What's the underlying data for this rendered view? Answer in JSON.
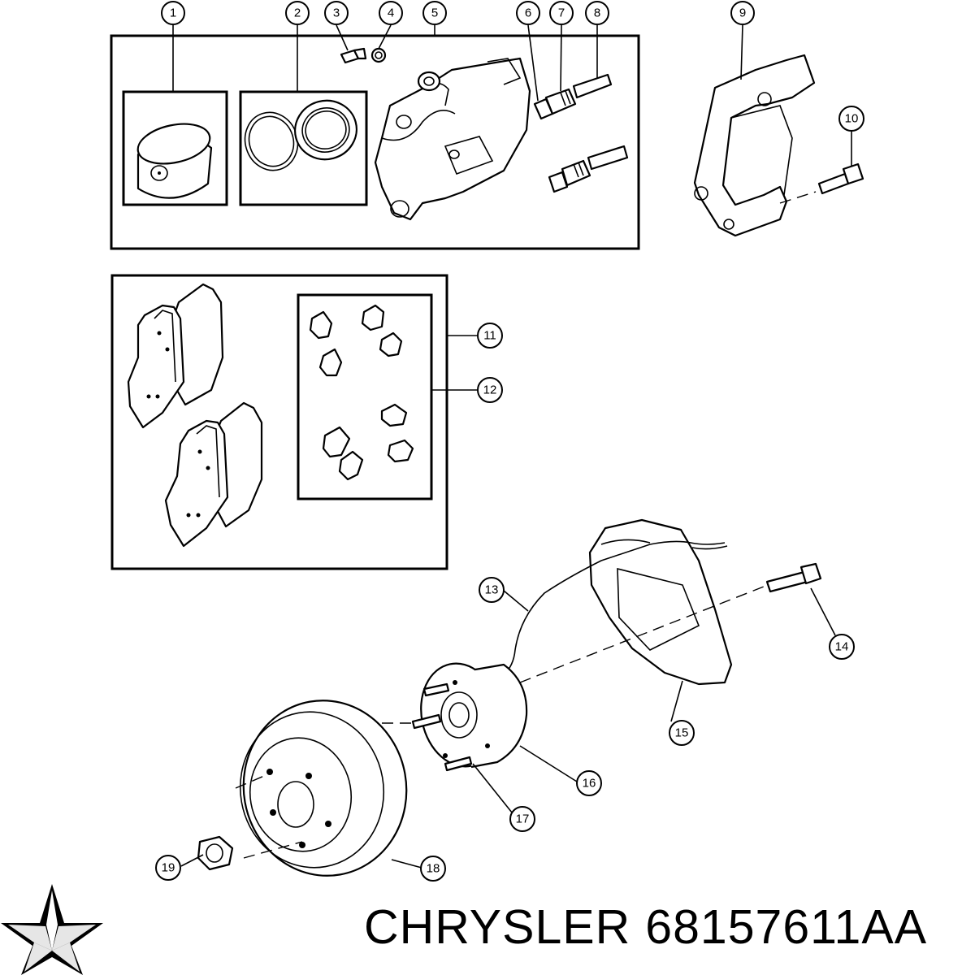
{
  "callouts": [
    {
      "label": "1"
    },
    {
      "label": "2"
    },
    {
      "label": "3"
    },
    {
      "label": "4"
    },
    {
      "label": "5"
    },
    {
      "label": "6"
    },
    {
      "label": "7"
    },
    {
      "label": "8"
    },
    {
      "label": "9"
    },
    {
      "label": "10"
    },
    {
      "label": "11"
    },
    {
      "label": "12"
    },
    {
      "label": "13"
    },
    {
      "label": "14"
    },
    {
      "label": "15"
    },
    {
      "label": "16"
    },
    {
      "label": "17"
    },
    {
      "label": "18"
    },
    {
      "label": "19"
    }
  ],
  "footer": {
    "brand": "CHRYSLER",
    "part_number": "68157611AA",
    "logo_icon": "chrysler-pentastar-logo"
  }
}
